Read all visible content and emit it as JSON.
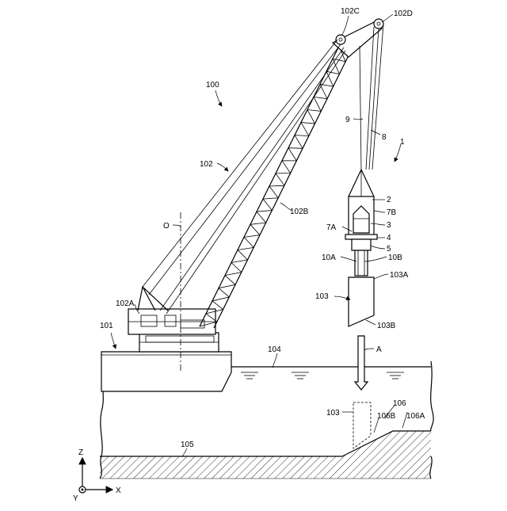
{
  "labels": {
    "l102C": "102C",
    "l102D": "102D",
    "l100": "100",
    "l9": "9",
    "l8": "8",
    "l1": "1",
    "l102": "102",
    "l2": "2",
    "l7B": "7B",
    "l102B": "102B",
    "l3": "3",
    "lO": "O",
    "l7A": "7A",
    "l4": "4",
    "l5": "5",
    "l10A": "10A",
    "l10B": "10B",
    "l103A": "103A",
    "l103": "103",
    "l102A": "102A",
    "l103B": "103B",
    "l101": "101",
    "l104": "104",
    "lA": "A",
    "l106": "106",
    "l103dash": "103",
    "l106B": "106B",
    "l106A": "106A",
    "l105": "105",
    "axisZ": "Z",
    "axisX": "X",
    "axisY": "Y"
  }
}
